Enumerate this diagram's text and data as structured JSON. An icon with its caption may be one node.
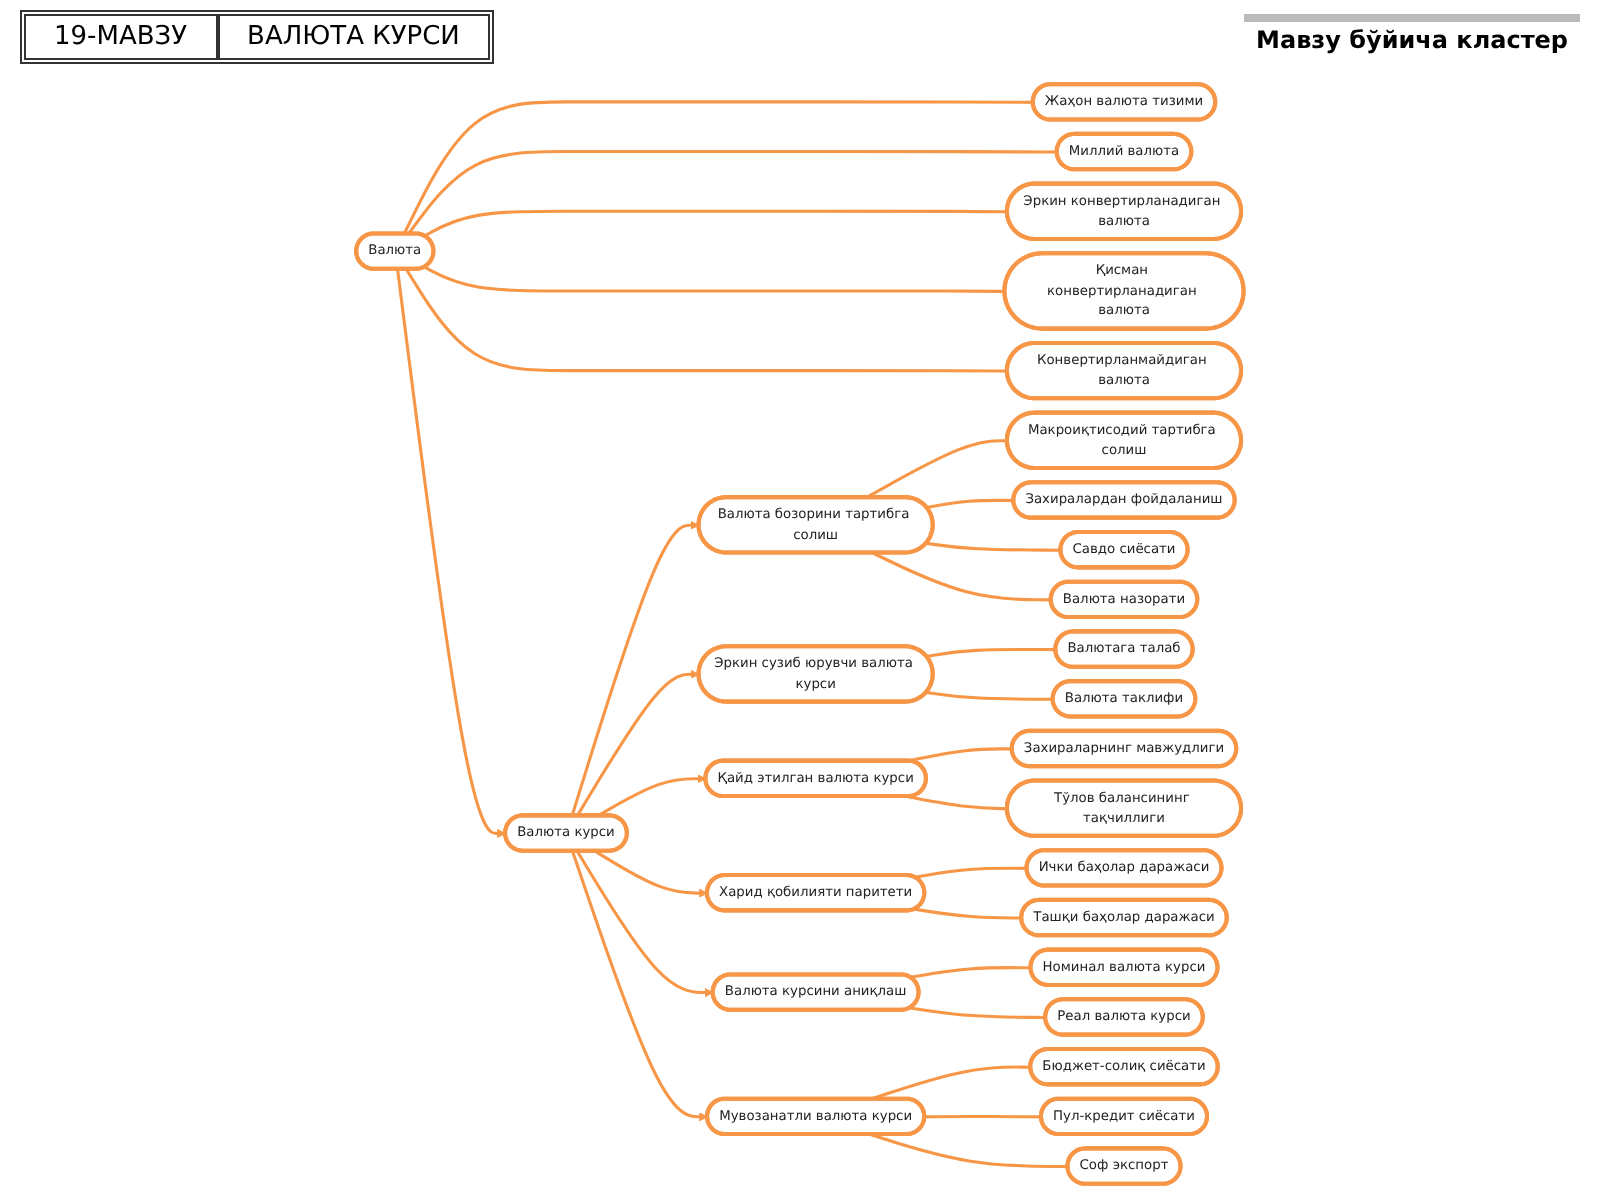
{
  "diagram": {
    "title": "ВАЛЮТА КУРСИ",
    "nodes": [
      {
        "text": [
          "Валюта курси"
        ]
      },
      {
        "text": [
          "Валюта"
        ]
      },
      {
        "text": [
          "Жаҳон валюта тизими"
        ]
      },
      {
        "text": [
          "Миллий валюта"
        ]
      },
      {
        "text": [
          "Эркин конвертирланадиган валюта"
        ]
      },
      {
        "text": [
          "Қисман конвертирланадиган валюта"
        ]
      },
      {
        "text": [
          "Конвертирланмайдиган валюта"
        ]
      },
      {
        "text": [
          "Макроиқтисодий тартибга солиш"
        ]
      },
      {
        "text": [
          "Захиралардан фойдаланиш"
        ]
      },
      {
        "text": [
          "Савдо сиёсати"
        ]
      },
      {
        "text": [
          "Валюта бозорини тартибга солиш"
        ]
      },
      {
        "text": [
          "Валюта назорати"
        ]
      },
      {
        "text": [
          "Эркин сузиб юрувчи валюта курси"
        ]
      },
      {
        "text": [
          "Валютага талаб"
        ]
      },
      {
        "text": [
          "Валюта таклифи"
        ]
      },
      {
        "text": [
          "Қайд этилган валюта курси"
        ]
      },
      {
        "text": [
          "Захираларнинг мавжудлиги"
        ]
      },
      {
        "text": [
          "Тўлов балансининг тақчиллиги"
        ]
      },
      {
        "text": [
          "Харид қобилияти паритети"
        ]
      },
      {
        "text": [
          "Ички баҳолар даражаси"
        ]
      },
      {
        "text": [
          "Ташқи баҳолар даражаси"
        ]
      },
      {
        "text": [
          "Валюта курсини аниқлаш"
        ]
      },
      {
        "text": [
          "Номинал валюта курси"
        ]
      },
      {
        "text": [
          "Реал валюта курси"
        ]
      },
      {
        "text": [
          "Мувозанатли валюта курси"
        ]
      },
      {
        "text": [
          "Бюджет-солиқ сиёсати"
        ]
      },
      {
        "text": [
          "Пул-кредит сиёсати"
        ]
      },
      {
        "text": [
          "Соф экспорт"
        ]
      }
    ],
    "edges": [
      {
        "from": 1,
        "to": 2,
        "arrow": "none"
      },
      {
        "from": 1,
        "to": 3,
        "arrow": "none"
      },
      {
        "from": 1,
        "to": 4,
        "arrow": "none"
      },
      {
        "from": 1,
        "to": 5,
        "arrow": "none"
      },
      {
        "from": 1,
        "to": 6,
        "arrow": "none"
      },
      {
        "from": 1,
        "to": 0,
        "arrow": "to"
      },
      {
        "from": 0,
        "to": 10,
        "arrow": "to"
      },
      {
        "from": 10,
        "to": 7,
        "arrow": "none"
      },
      {
        "from": 10,
        "to": 8,
        "arrow": "none"
      },
      {
        "from": 10,
        "to": 9,
        "arrow": "none"
      },
      {
        "from": 10,
        "to": 11,
        "arrow": "none"
      },
      {
        "from": 0,
        "to": 12,
        "arrow": "to"
      },
      {
        "from": 12,
        "to": 13,
        "arrow": "none"
      },
      {
        "from": 12,
        "to": 14,
        "arrow": "none"
      },
      {
        "from": 0,
        "to": 15,
        "arrow": "to"
      },
      {
        "from": 15,
        "to": 16,
        "arrow": "none"
      },
      {
        "from": 15,
        "to": 17,
        "arrow": "none"
      },
      {
        "from": 0,
        "to": 18,
        "arrow": "to"
      },
      {
        "from": 18,
        "to": 19,
        "arrow": "none"
      },
      {
        "from": 18,
        "to": 20,
        "arrow": "none"
      },
      {
        "from": 0,
        "to": 21,
        "arrow": "to"
      },
      {
        "from": 21,
        "to": 22,
        "arrow": "none"
      },
      {
        "from": 21,
        "to": 23,
        "arrow": "none"
      },
      {
        "from": 0,
        "to": 24,
        "arrow": "to"
      },
      {
        "from": 24,
        "to": 25,
        "arrow": "none"
      },
      {
        "from": 24,
        "to": 26,
        "arrow": "none"
      },
      {
        "from": 24,
        "to": 27,
        "arrow": "none"
      }
    ],
    "labels": [
      "19-МАВЗУ",
      "Мавзу бўйича кластер"
    ]
  }
}
